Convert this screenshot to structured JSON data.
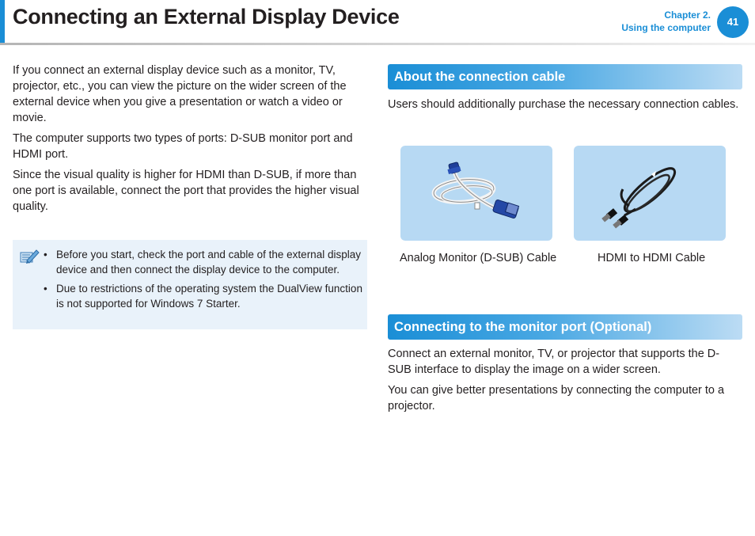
{
  "header": {
    "title": "Connecting an External Display Device",
    "chapter": "Chapter 2.",
    "chapter_sub": "Using the computer",
    "page_number": "41"
  },
  "left": {
    "paragraphs": [
      "If you connect an external display device such as a monitor, TV, projector, etc., you can view the picture on the wider screen of the external device when you give a presentation or watch a video or movie.",
      "The computer supports two types of ports: D-SUB monitor port and HDMI port.",
      "Since the visual quality is higher for HDMI than D-SUB, if more than one port is available, connect the port that provides the higher visual quality."
    ],
    "note_items": [
      "Before you start, check the port and cable of the external display device and then connect the display device to the computer.",
      "Due to restrictions of the operating system the DualView function is not supported for Windows 7 Starter."
    ]
  },
  "right": {
    "section1_title": "About the connection cable",
    "section1_text": "Users should additionally purchase the necessary connection cables.",
    "cables": [
      {
        "caption": "Analog Monitor (D-SUB) Cable"
      },
      {
        "caption": "HDMI to HDMI Cable"
      }
    ],
    "section2_title": "Connecting to the monitor port (Optional)",
    "section2_paragraphs": [
      "Connect an external monitor, TV, or projector that supports the D-SUB interface to display the image on a wider screen.",
      "You can give better presentations by connecting the computer to a projector."
    ]
  },
  "colors": {
    "accent": "#1a8ed6",
    "note_bg": "#e9f2fa",
    "cable_bg": "#b7d9f3"
  }
}
